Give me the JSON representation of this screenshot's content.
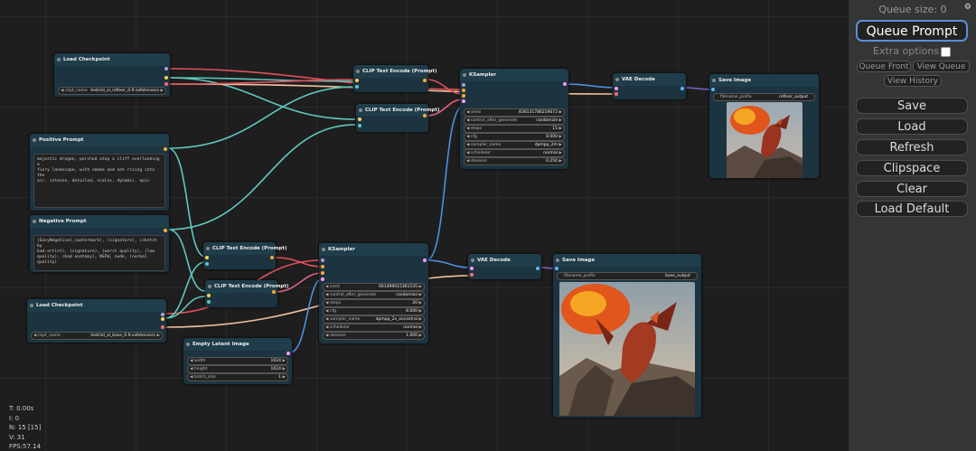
{
  "stats": {
    "t": "T: 0.00s",
    "i": "I: 0",
    "n": "N: 15 [15]",
    "v": "V: 31",
    "fps": "FPS:57.14"
  },
  "menu": {
    "queue_size": "Queue size: 0",
    "queue_prompt": "Queue Prompt",
    "extra_options": "Extra options",
    "queue_front": "Queue Front",
    "view_queue": "View Queue",
    "view_history": "View History",
    "save": "Save",
    "load": "Load",
    "refresh": "Refresh",
    "clipspace": "Clipspace",
    "clear": "Clear",
    "load_default": "Load Default"
  },
  "nodes": {
    "load_checkpoint_refiner": {
      "title": "Load Checkpoint",
      "w_label": "ckpt_name",
      "w_value": "test/sd_xl_refiner_0.9.safetensors"
    },
    "positive_prompt": {
      "title": "Positive Prompt",
      "text": "majestic dragon, perched atop a cliff overlooking a\nfiery landscape, with smoke and ash rising into the\nair, intense, detailed, scales, dynamic, epic"
    },
    "negative_prompt": {
      "title": "Negative Prompt",
      "text": "(EasyNegative),(watermark), (signature), (sketch by\nbad-artist), (signature), (worst quality), (low\nquality), (bad anatomy), NSFW, nude, (normal\nquality)"
    },
    "load_checkpoint_base": {
      "title": "Load Checkpoint",
      "w_label": "ckpt_name",
      "w_value": "test/sd_xl_base_0.9.safetensors"
    },
    "clip_encode_r1": {
      "title": "CLIP Text Encode (Prompt)"
    },
    "clip_encode_r2": {
      "title": "CLIP Text Encode (Prompt)"
    },
    "clip_encode_b1": {
      "title": "CLIP Text Encode (Prompt)"
    },
    "clip_encode_b2": {
      "title": "CLIP Text Encode (Prompt)"
    },
    "ksampler_refiner": {
      "title": "KSampler",
      "widgets": [
        {
          "label": "seed",
          "value": "836131786219672"
        },
        {
          "label": "control_after_generate",
          "value": "randomize"
        },
        {
          "label": "steps",
          "value": "15"
        },
        {
          "label": "cfg",
          "value": "8.000"
        },
        {
          "label": "sampler_name",
          "value": "dpmpp_2m"
        },
        {
          "label": "scheduler",
          "value": "normal"
        },
        {
          "label": "denoise",
          "value": "0.250"
        }
      ]
    },
    "ksampler_base": {
      "title": "KSampler",
      "widgets": [
        {
          "label": "seed",
          "value": "661499015361535"
        },
        {
          "label": "control_after_generate",
          "value": "randomize"
        },
        {
          "label": "steps",
          "value": "20"
        },
        {
          "label": "cfg",
          "value": "8.000"
        },
        {
          "label": "sampler_name",
          "value": "dpmpp_2s_ancestral"
        },
        {
          "label": "scheduler",
          "value": "normal"
        },
        {
          "label": "denoise",
          "value": "1.000"
        }
      ]
    },
    "empty_latent": {
      "title": "Empty Latent Image",
      "widgets": [
        {
          "label": "width",
          "value": "1024"
        },
        {
          "label": "height",
          "value": "1024"
        },
        {
          "label": "batch_size",
          "value": "1"
        }
      ]
    },
    "vae_decode_refiner": {
      "title": "VAE Decode"
    },
    "vae_decode_base": {
      "title": "VAE Decode"
    },
    "save_image_refiner": {
      "title": "Save Image",
      "w_label": "filename_prefix",
      "w_value": "refiner_output"
    },
    "save_image_base": {
      "title": "Save Image",
      "w_label": "filename_prefix",
      "w_value": "base_output"
    }
  },
  "colors": {
    "model": "#b39ddb",
    "clip": "#f7d354",
    "conditioning": "#ffa931",
    "latent": "#ff9cf9",
    "vae": "#ff6e6e",
    "image": "#64b5f6"
  }
}
